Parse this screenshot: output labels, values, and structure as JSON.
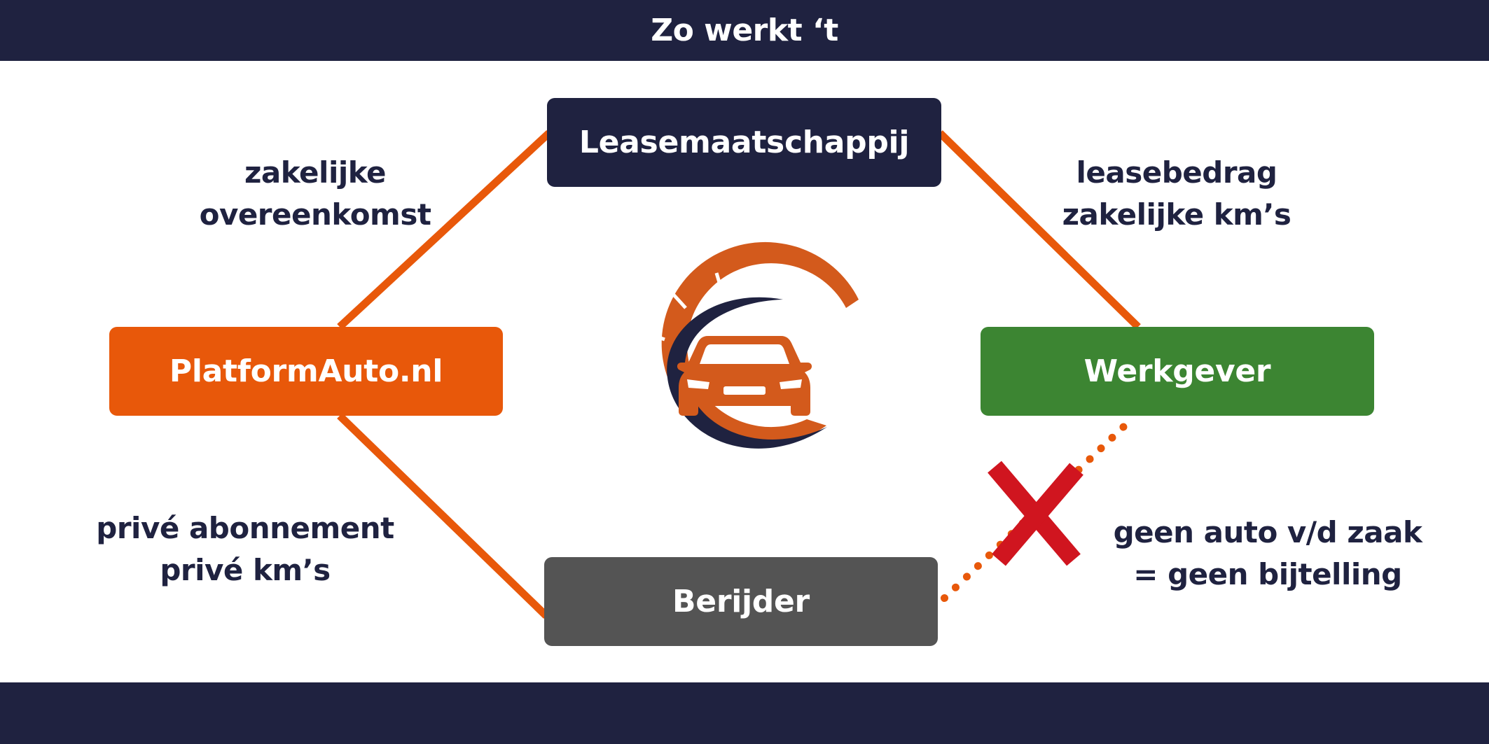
{
  "header": {
    "title": "Zo werkt ‘t"
  },
  "nodes": {
    "lease_company": "Leasemaatschappij",
    "platform": "PlatformAuto.nl",
    "employer": "Werkgever",
    "driver": "Berijder"
  },
  "connections": {
    "platform_lease": {
      "line1": "zakelijke",
      "line2": "overeenkomst"
    },
    "lease_employer": {
      "line1": "leasebedrag",
      "line2": "zakelijke km’s"
    },
    "platform_driver": {
      "line1": "privé abonnement",
      "line2": "privé km’s"
    },
    "employer_driver": {
      "line1": "geen auto v/d zaak",
      "line2": "= geen bijtelling"
    }
  },
  "icons": {
    "center_logo": "car-speedometer-logo-icon",
    "cross": "red-cross-icon"
  },
  "colors": {
    "navy": "#1f2240",
    "orange": "#e8580a",
    "green": "#3c8532",
    "gray": "#545454",
    "red": "#d0151f",
    "logo_orange": "#d35a1c"
  }
}
